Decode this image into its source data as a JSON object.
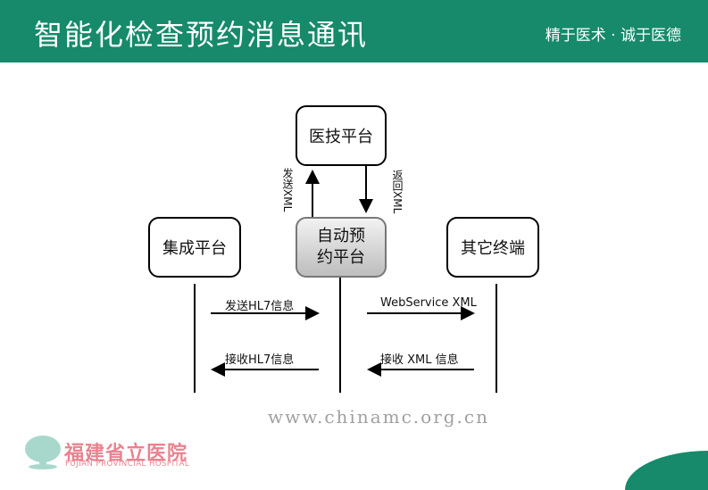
{
  "header": {
    "title": "智能化检查预约消息通讯",
    "slogan": "精于医术 · 诚于医德"
  },
  "nodes": {
    "medtech": "医技平台",
    "auto_booking": "自动预约平台",
    "integration": "集成平台",
    "other_terminals": "其它终端"
  },
  "labels": {
    "send_xml": "发送XML",
    "return_xml": "返回XML",
    "send_hl7": "发送HL7信息",
    "receive_hl7": "接收HL7信息",
    "webservice_xml": "WebService XML",
    "receive_xml": "接收 XML 信息"
  },
  "watermark": "www.chinamc.org.cn",
  "logo": {
    "name_cn": "福建省立医院",
    "name_en": "FUJIAN PROVINCIAL HOSPITAL"
  },
  "colors": {
    "brand": "#168a6b",
    "logo": "#e8838f"
  }
}
